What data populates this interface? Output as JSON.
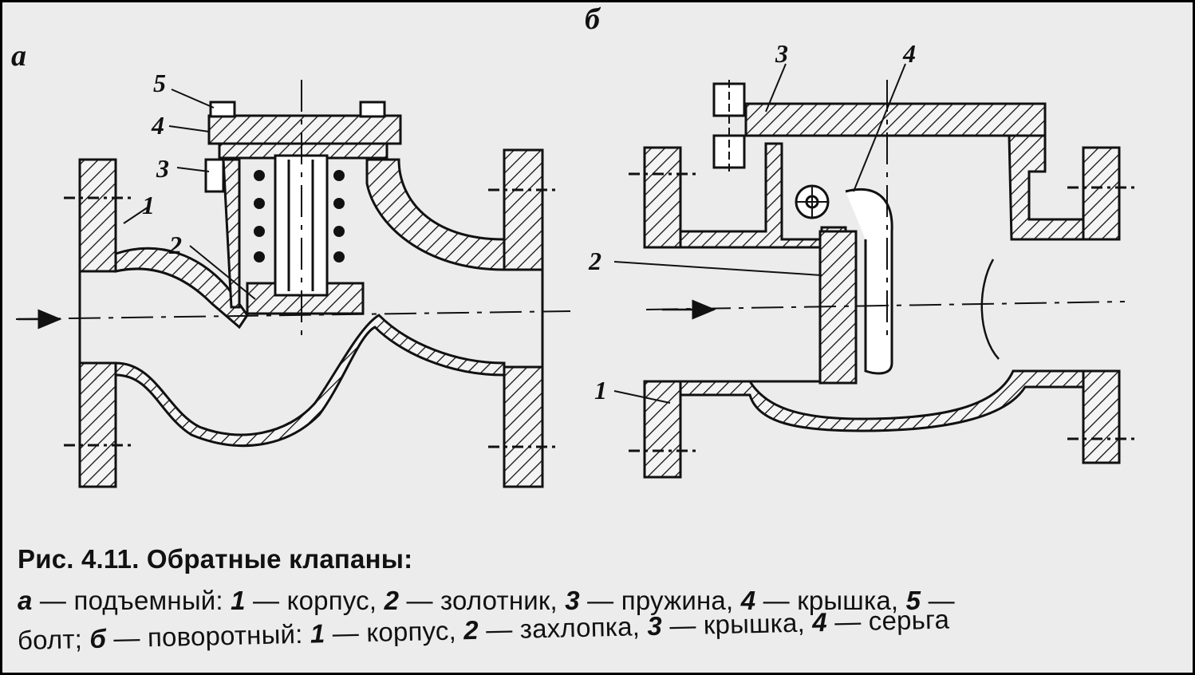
{
  "figure": {
    "panel_a_letter": "а",
    "panel_b_letter": "б",
    "labels_a": [
      "5",
      "4",
      "3",
      "1",
      "2"
    ],
    "labels_b": [
      "3",
      "4",
      "2",
      "1"
    ]
  },
  "caption": {
    "title": "Рис. 4.11. Обратные клапаны:",
    "line1": {
      "a": "а",
      "a_text": " — подъемный: ",
      "n1": "1",
      "t1": " — корпус, ",
      "n2": "2",
      "t2": " — золотник, ",
      "n3": "3",
      "t3": " — пружина, ",
      "n4": "4",
      "t4": " — крышка, ",
      "n5": "5",
      "t5": " —"
    },
    "line2": {
      "t0": "болт; ",
      "b": "б",
      "b_text": " — поворотный: ",
      "n1": "1",
      "t1": " — корпус, ",
      "n2": "2",
      "t2": " — захлопка, ",
      "n3": "3",
      "t3": " — крышка, ",
      "n4": "4",
      "t4": " — серьга"
    }
  },
  "colors": {
    "ink": "#111111",
    "paper": "#ececec"
  }
}
